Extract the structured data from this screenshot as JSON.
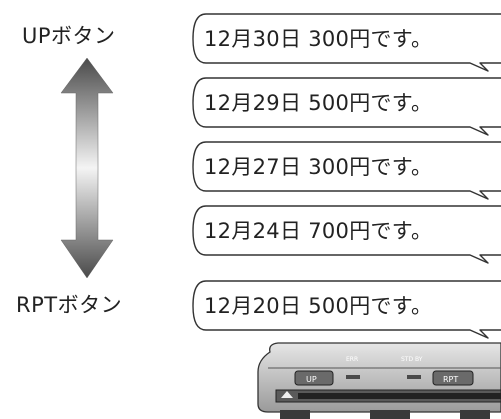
{
  "labels": {
    "up_button": "UPボタン",
    "rpt_button": "RPTボタン"
  },
  "messages": [
    "12月30日 300円です。",
    "12月29日 500円です。",
    "12月27日 300円です。",
    "12月24日 700円です。",
    "12月20日 500円です。"
  ],
  "device": {
    "up_label": "UP",
    "rpt_label": "RPT",
    "indicator_left": "ERR",
    "indicator_right": "STD BY"
  },
  "colors": {
    "arrow_dark": "#4a4a4a",
    "arrow_light": "#f2f2f2",
    "stroke": "#333333",
    "device_body": "#c8c8c8",
    "device_dark": "#3a3a3a"
  }
}
